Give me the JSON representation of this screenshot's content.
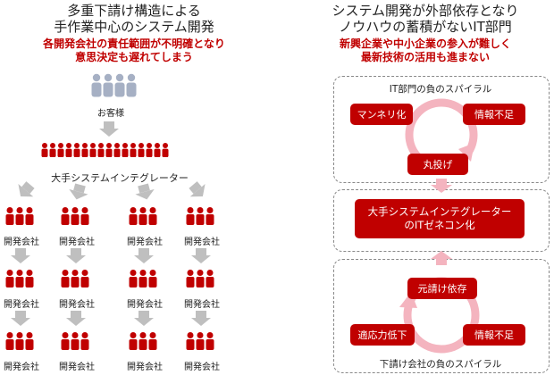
{
  "left": {
    "title_line1": "多重下請け構造による",
    "title_line2": "手作業中心のシステム開発",
    "sub_line1": "各開発会社の責任範囲が不明確となり",
    "sub_line2": "意思決定も遅れてしまう",
    "customer_label": "お客様",
    "si_label": "大手システムインテグレーター",
    "dev_label": "開発会社"
  },
  "right": {
    "title_line1": "システム開発が外部依存となり",
    "title_line2": "ノウハウの蓄積がないIT部門",
    "sub_line1": "新興企業や中小企業の参入が難しく",
    "sub_line2": "最新技術の活用も進まない",
    "top_panel_title": "IT部門の負のスパイラル",
    "top_boxes": [
      "マンネリ化",
      "情報不足",
      "丸投げ"
    ],
    "center_line1": "大手システムインテグレーター",
    "center_line2": "のITゼネコン化",
    "bottom_panel_title": "下請け会社の負のスパイラル",
    "bottom_boxes": [
      "元請け依存",
      "適応力低下",
      "情報不足"
    ]
  },
  "colors": {
    "accent": "#c00000",
    "person_gray": "#a6b0c4",
    "arrow_gray": "#bfbfbf",
    "arrow_pink": "#f4b4bf"
  }
}
